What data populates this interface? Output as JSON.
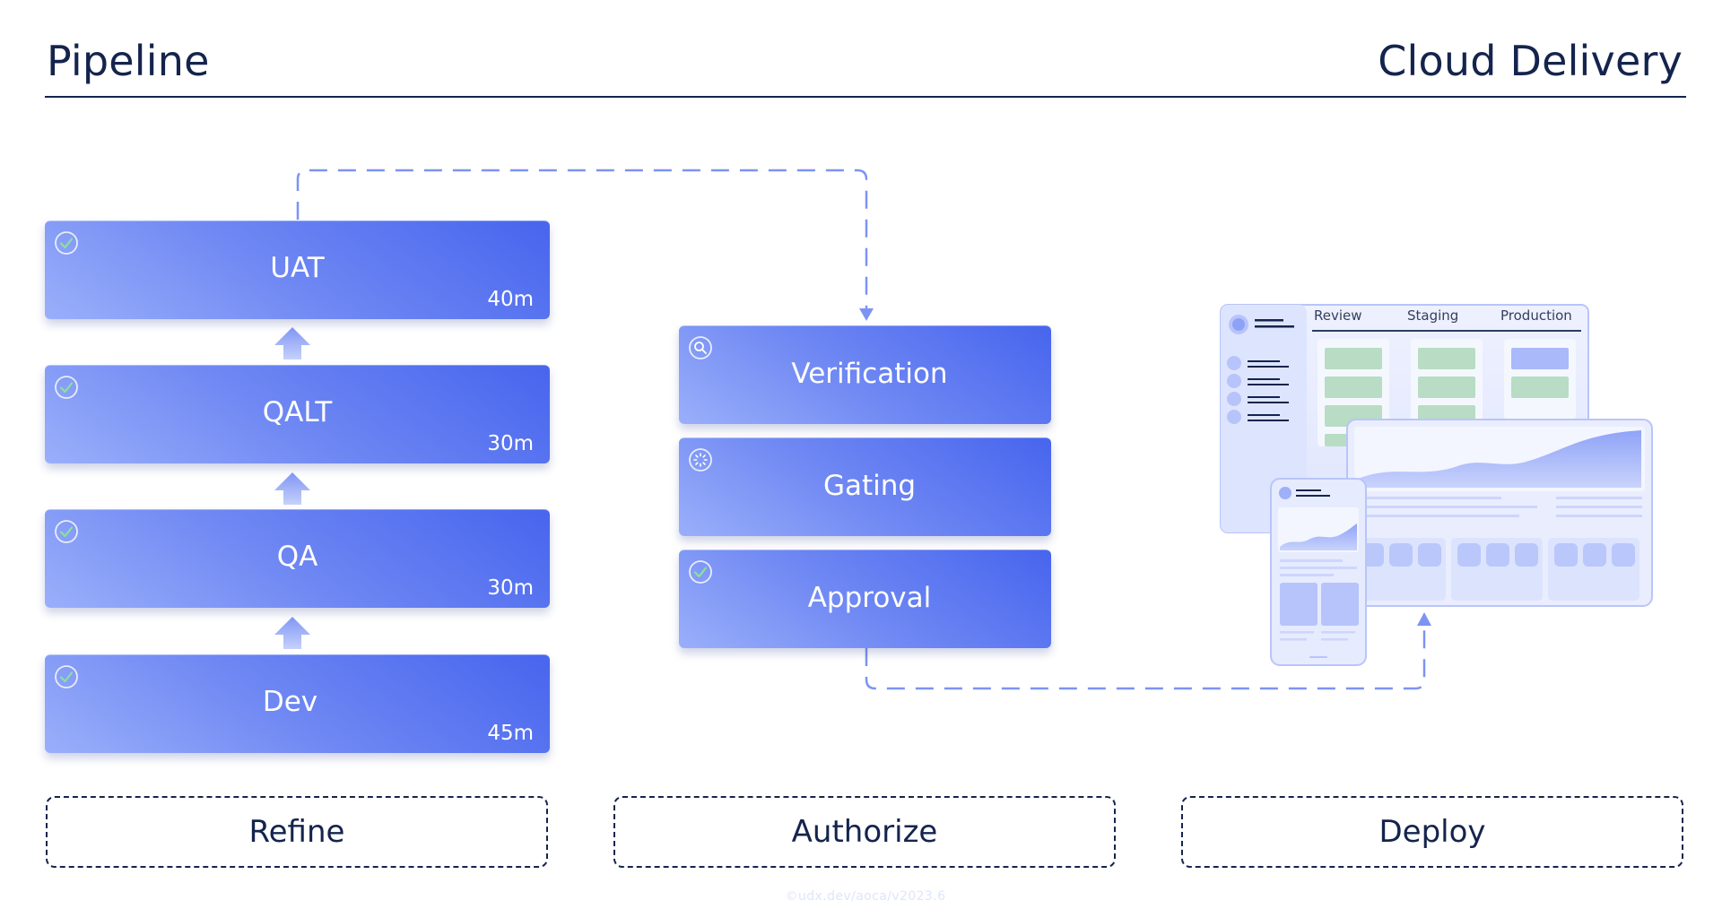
{
  "header": {
    "title_left": "Pipeline",
    "title_right": "Cloud Delivery"
  },
  "refine_stages": [
    {
      "name": "UAT",
      "duration": "40m",
      "status": "complete"
    },
    {
      "name": "QALT",
      "duration": "30m",
      "status": "complete"
    },
    {
      "name": "QA",
      "duration": "30m",
      "status": "complete"
    },
    {
      "name": "Dev",
      "duration": "45m",
      "status": "complete"
    }
  ],
  "authorize_stages": [
    {
      "name": "Verification",
      "status": "in-review"
    },
    {
      "name": "Gating",
      "status": "pending"
    },
    {
      "name": "Approval",
      "status": "complete"
    }
  ],
  "illustration": {
    "tabs": [
      "Review",
      "Staging",
      "Production"
    ]
  },
  "phases": [
    "Refine",
    "Authorize",
    "Deploy"
  ],
  "footer": {
    "note": "©udx.dev/aoca/v2023.6"
  },
  "colors": {
    "navy": "#14244d",
    "card_light": "#9aaffa",
    "card_dark": "#4765ee",
    "connector": "#7d93f4",
    "check_green": "#8be0a0"
  }
}
